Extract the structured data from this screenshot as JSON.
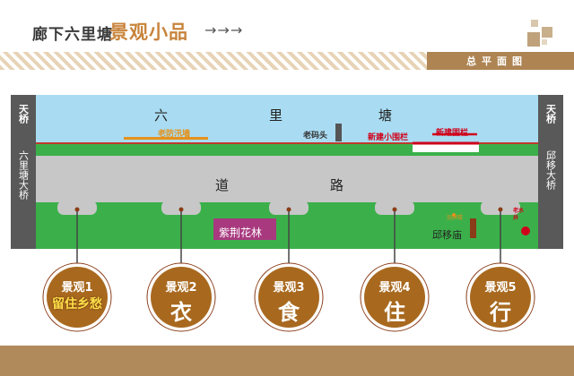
{
  "header": {
    "title_main": "廊下六里塘",
    "title_accent": "景观小品",
    "arrows": "→→→",
    "plan_label": "总平面图"
  },
  "map": {
    "left_pillar": {
      "top": "天桥",
      "bottom": "六里塘大桥"
    },
    "right_pillar": {
      "top": "天桥",
      "bottom": "邱移大桥"
    },
    "river_label": [
      "六",
      "里",
      "塘"
    ],
    "road_label": [
      "道",
      "路"
    ],
    "labels": {
      "flood_wall": "老防汛墙",
      "old_wharf": "老码头",
      "new_small_fence": "新建小围栏",
      "new_fence": "新建围栏",
      "redbud_forest": "紫荆花林",
      "qiuyi_temple": "邱移庙",
      "archway": "旧牌楼",
      "old_well": "老水井"
    }
  },
  "spots": [
    {
      "num": "景观1",
      "word": "留住乡愁"
    },
    {
      "num": "景观2",
      "word": "衣"
    },
    {
      "num": "景观3",
      "word": "食"
    },
    {
      "num": "景观4",
      "word": "住"
    },
    {
      "num": "景观5",
      "word": "行"
    }
  ],
  "colors": {
    "river": "#a9dcf2",
    "green": "#3bb04a",
    "road": "#c7c7c7",
    "pillar": "#595959",
    "accent": "#c8843c",
    "banner": "#ae8453",
    "spot_bg": "#a8691f",
    "red": "#d0021b",
    "orange": "#e5911a",
    "purple": "#a8397f"
  }
}
